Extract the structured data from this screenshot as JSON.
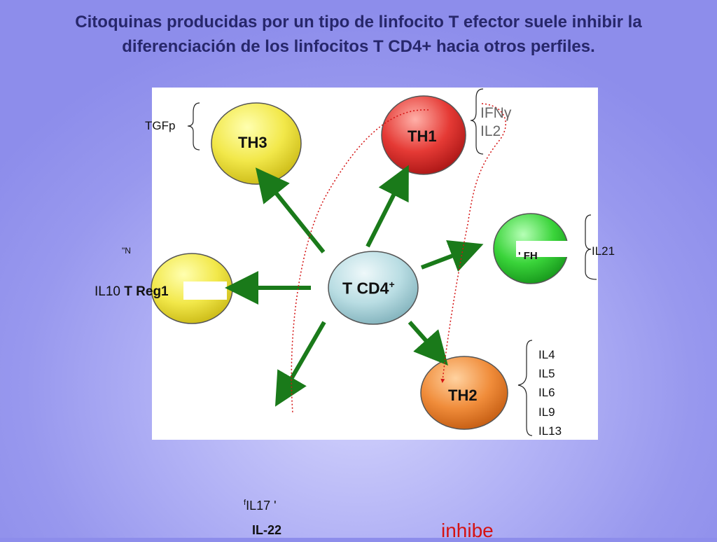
{
  "title": "Citoquinas producidas por un tipo de linfocito T efector suele inhibir la diferenciación de los linfocitos T CD4+ hacia otros perfiles.",
  "nodes": {
    "center": "T CD4",
    "center_sup": "+",
    "th3": "TH3",
    "th1": "TH1",
    "th2": "TH2",
    "tfh": "' FH"
  },
  "cytokines": {
    "tgf": "TGFp",
    "ifn": "IFNγ",
    "il2": "IL2",
    "il21": "IL21",
    "il10": "IL10",
    "treg": "T Reg1",
    "n_mark": "\"N",
    "th2_list": [
      "IL4",
      "IL5",
      "IL6",
      "IL9",
      "IL13"
    ],
    "il17": "IL17 '",
    "il17_mark": "f",
    "il22": "IL-22"
  },
  "inhibit_label": "inhibe",
  "colors": {
    "arrow": "#1a7a1a",
    "inhibit": "#d41212",
    "th3": "#f2e84a",
    "th1": "#e53a35",
    "th2": "#f08c3a",
    "tfh": "#3ad43a",
    "treg": "#f2e84a",
    "center": "#b9dde3"
  }
}
